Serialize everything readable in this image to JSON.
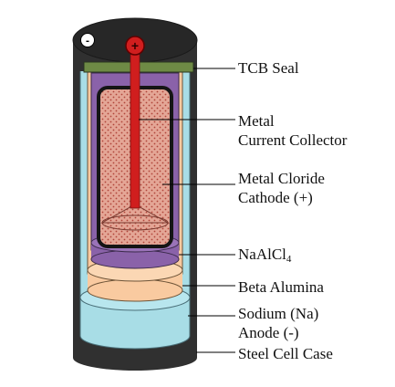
{
  "labels": {
    "tcb_seal": "TCB Seal",
    "collector_line1": "Metal",
    "collector_line2": "Current Collector",
    "cathode_line1": "Metal Cloride",
    "cathode_line2": "Cathode (+)",
    "naalcl4_base": "NaAlCl",
    "naalcl4_sub": "4",
    "beta_alumina": "Beta Alumina",
    "anode_line1": "Sodium (Na)",
    "anode_line2": "Anode (-)",
    "case": "Steel Cell Case"
  },
  "terminals": {
    "negative": "-",
    "positive": "+"
  },
  "colors": {
    "case": "#303030",
    "case_top": "#252525",
    "sodium": "#a8dde6",
    "beta_alumina": "#f9caa0",
    "naalcl4": "#8a62a9",
    "cathode": "#e2a494",
    "seal": "#6e8a45",
    "collector": "#d01e1e"
  }
}
